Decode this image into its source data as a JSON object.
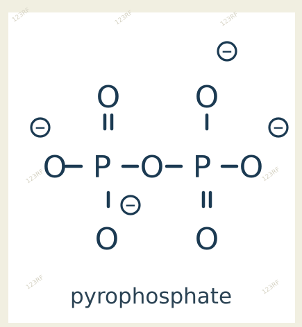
{
  "diagram": {
    "name": "pyrophosphate",
    "atoms": {
      "p_left": "P",
      "p_right": "P",
      "o_top_left": "O",
      "o_top_right": "O",
      "o_left": "O",
      "o_bridge": "O",
      "o_right": "O",
      "o_bottom_left": "O",
      "o_bottom_right": "O"
    },
    "charge_sign": "−",
    "bonds": {
      "horizontal": "single",
      "top_left": "double",
      "top_right": "single",
      "bottom_left": "single",
      "bottom_right": "double"
    }
  },
  "colors": {
    "ink": "#1b3a52",
    "paper": "#ffffff",
    "frame": "#f1efe1",
    "watermark": "#d6d3c4"
  },
  "watermark": {
    "text": "123RF"
  }
}
